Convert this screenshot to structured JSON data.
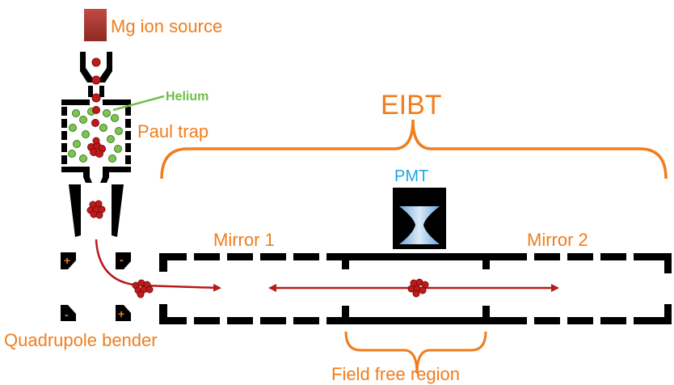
{
  "labels": {
    "source": "Mg ion source",
    "helium": "Helium",
    "paul_trap": "Paul trap",
    "eibt": "EIBT",
    "pmt": "PMT",
    "mirror1": "Mirror 1",
    "mirror2": "Mirror 2",
    "quadrupole": "Quadrupole bender",
    "field_free": "Field free region",
    "plus": "+",
    "minus": "-"
  },
  "colors": {
    "label_orange": "#f07d1e",
    "pmt_blue": "#1fa6e6",
    "helium_green": "#6fbf4a",
    "ion_red": "#c01a1a",
    "arrow_red": "#b81a1a",
    "electrode": "#000000",
    "source_red": "#b23a32",
    "lens_blue": "#a9cdf0"
  }
}
